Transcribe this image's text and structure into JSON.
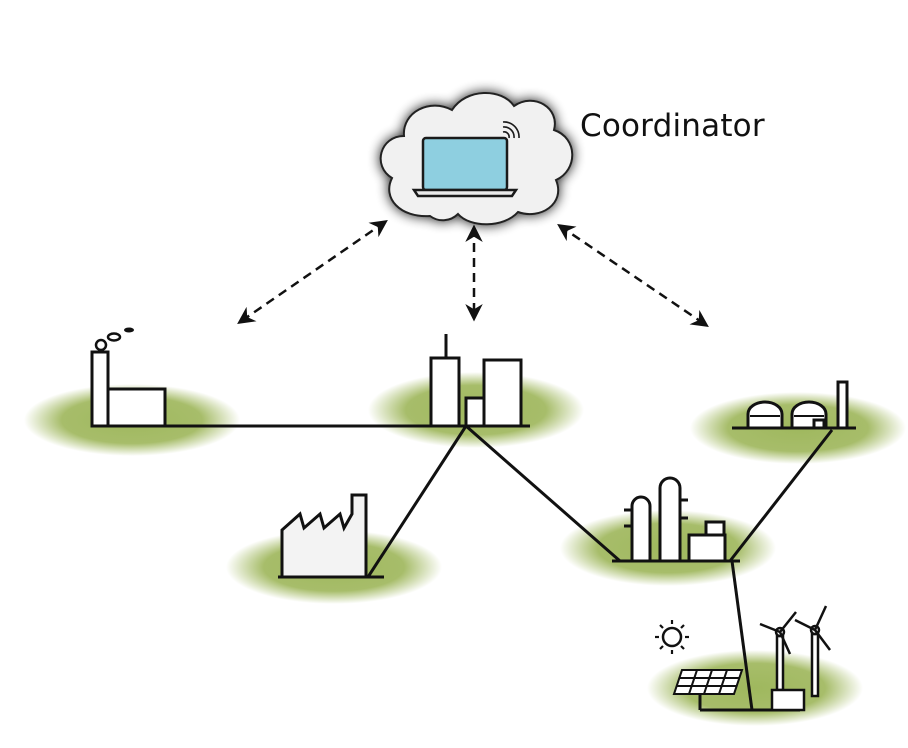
{
  "coordinator": {
    "label": "Coordinator",
    "icon": "cloud-laptop-icon"
  },
  "sites": [
    {
      "id": "power-plant",
      "icon": "power-plant-icon"
    },
    {
      "id": "industrial-complex",
      "icon": "industrial-complex-icon"
    },
    {
      "id": "factory",
      "icon": "factory-icon"
    },
    {
      "id": "refinery",
      "icon": "refinery-icon"
    },
    {
      "id": "biogas-plant",
      "icon": "biogas-plant-icon"
    },
    {
      "id": "renewables",
      "icon": "solar-wind-icon"
    }
  ],
  "links": [
    {
      "from": "coordinator",
      "to": "power-plant",
      "style": "dashed-bidirectional"
    },
    {
      "from": "coordinator",
      "to": "industrial-complex",
      "style": "dashed-bidirectional"
    },
    {
      "from": "coordinator",
      "to": "biogas-plant",
      "style": "dashed-bidirectional"
    },
    {
      "from": "power-plant",
      "to": "industrial-complex",
      "style": "solid"
    },
    {
      "from": "industrial-complex",
      "to": "factory",
      "style": "solid"
    },
    {
      "from": "industrial-complex",
      "to": "refinery",
      "style": "solid"
    },
    {
      "from": "refinery",
      "to": "biogas-plant",
      "style": "solid"
    },
    {
      "from": "refinery",
      "to": "renewables",
      "style": "solid"
    }
  ],
  "colors": {
    "ground": "#a7bd6a",
    "cloud_fill": "#f1f1f1",
    "screen": "#8ecfe0",
    "line": "#111111"
  }
}
